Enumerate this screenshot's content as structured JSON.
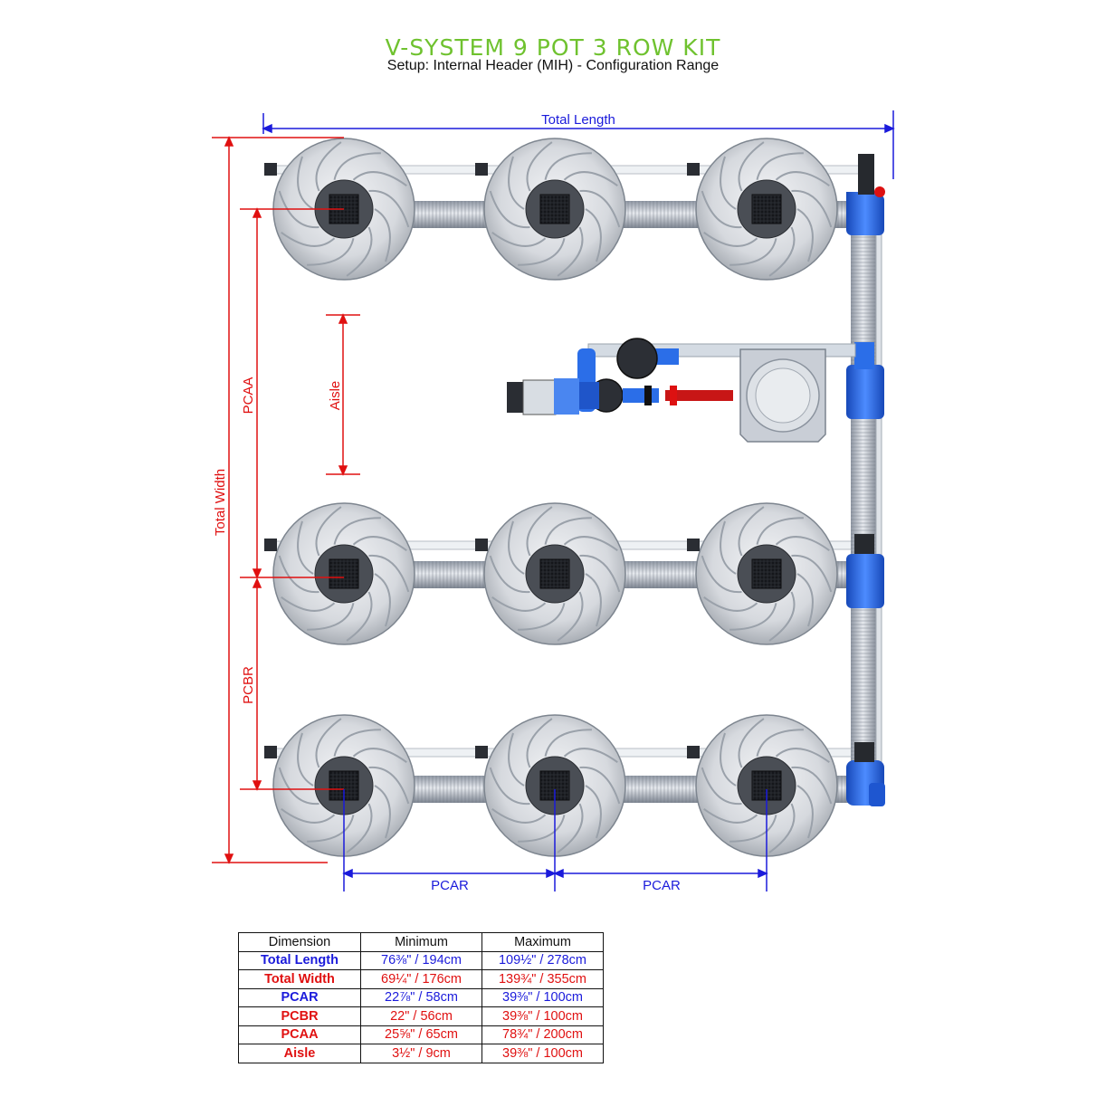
{
  "header": {
    "title": "V-SYSTEM 9 POT 3 ROW KIT",
    "subtitle": "Setup: Internal Header (MIH) - Configuration Range"
  },
  "colors": {
    "title_green": "#6fc22f",
    "length_blue": "#1a1adb",
    "width_red": "#e01010",
    "pipe_blue": "#2b6ee8"
  },
  "labels": {
    "total_length": "Total Length",
    "total_width": "Total Width",
    "pcaa": "PCAA",
    "pcbr": "PCBR",
    "aisle": "Aisle",
    "pcar_left": "PCAR",
    "pcar_right": "PCAR"
  },
  "table": {
    "headers": [
      "Dimension",
      "Minimum",
      "Maximum"
    ],
    "rows": [
      {
        "name": "Total Length",
        "min": "76⅜\" / 194cm",
        "max": "109½\" / 278cm",
        "color": "#1a1adb"
      },
      {
        "name": "Total Width",
        "min": "69¼\" / 176cm",
        "max": "139¾\" / 355cm",
        "color": "#e01010"
      },
      {
        "name": "PCAR",
        "min": "22⅞\" / 58cm",
        "max": "39⅜\" / 100cm",
        "color": "#1a1adb"
      },
      {
        "name": "PCBR",
        "min": "22\" / 56cm",
        "max": "39⅜\" / 100cm",
        "color": "#e01010"
      },
      {
        "name": "PCAA",
        "min": "25⅝\" / 65cm",
        "max": "78¾\" / 200cm",
        "color": "#e01010"
      },
      {
        "name": "Aisle",
        "min": "3½\" / 9cm",
        "max": "39⅜\" / 100cm",
        "color": "#e01010"
      }
    ]
  }
}
